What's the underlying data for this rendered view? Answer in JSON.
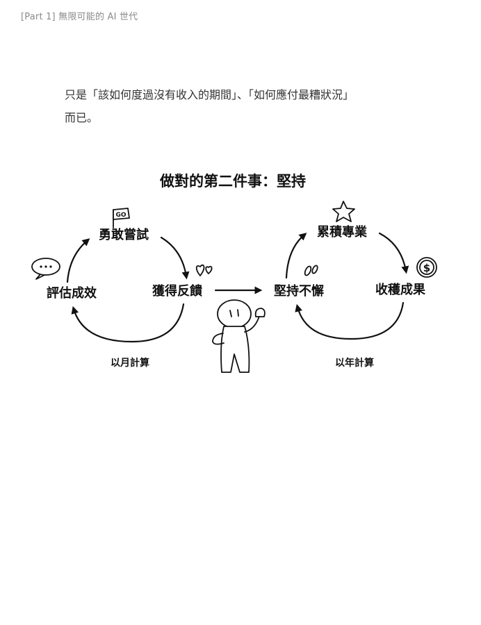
{
  "header": {
    "running_title": "[Part 1] 無限可能的 AI 世代"
  },
  "body": {
    "lines": [
      "只是「該如何度過沒有收入的期間」、「如何應付最糟狀況」",
      "而已。"
    ]
  },
  "figure": {
    "title": "做對的第二件事：堅持",
    "left_cycle": {
      "top": "勇敢嘗試",
      "right": "獲得反饋",
      "left": "評估成效",
      "label": "以月計算",
      "flag_text": "GO"
    },
    "center": "堅持不懈",
    "right_cycle": {
      "top": "累積專業",
      "right": "收穫成果",
      "label": "以年計算",
      "coin_text": "$"
    },
    "icons": [
      "speech-bubble-icon",
      "go-flag-icon",
      "hearts-icon",
      "star-icon",
      "dollar-coin-icon",
      "sparkle-icon",
      "stick-figure-cheering"
    ]
  }
}
